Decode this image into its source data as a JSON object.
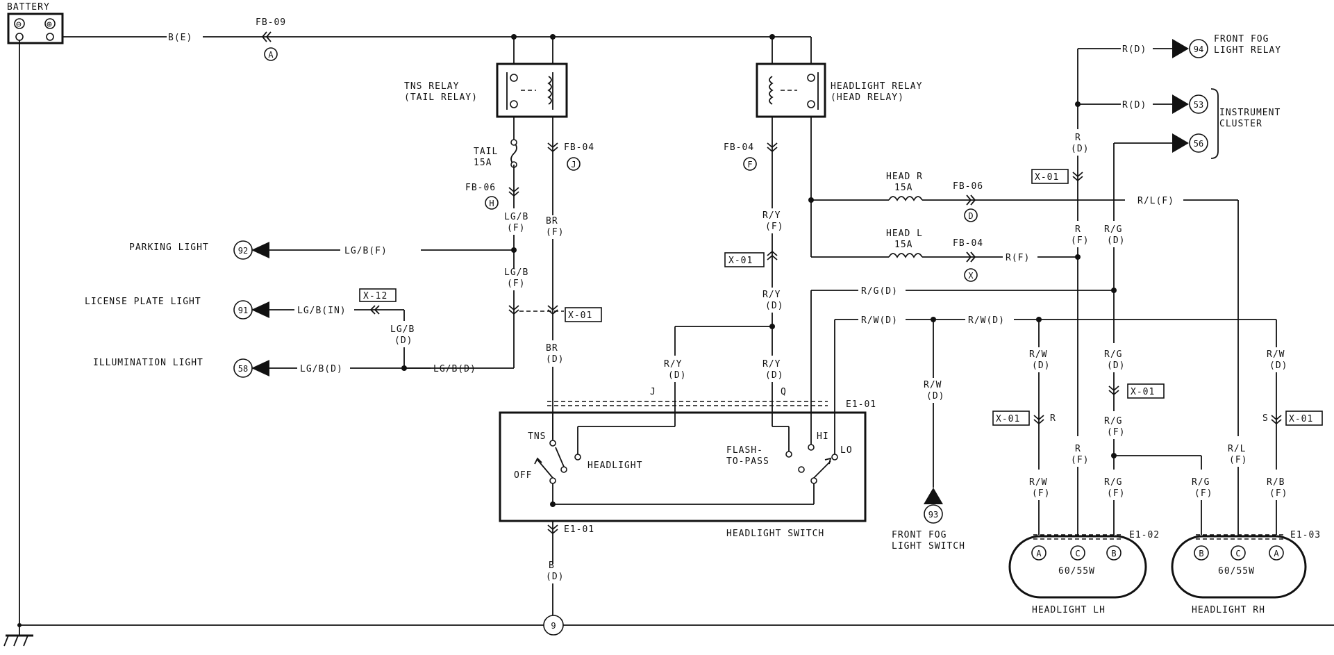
{
  "battery": {
    "label": "BATTERY",
    "neg": "⊖",
    "pos": "⊕"
  },
  "wires": {
    "b_e": "B(E)",
    "fb09": "FB-09",
    "conn_a": "A",
    "tns_label1": "TNS RELAY",
    "tns_label2": "(TAIL RELAY)",
    "hl_relay1": "HEADLIGHT RELAY",
    "hl_relay2": "(HEAD RELAY)",
    "tail": "TAIL",
    "tail_amp": "15A",
    "fb06_h": "FB-06",
    "conn_h": "H",
    "fb04_j": "FB-04",
    "conn_j": "J",
    "fb04_f": "FB-04",
    "conn_f": "F",
    "lgb": "LG/B",
    "f_paren": "(F)",
    "br": "BR",
    "d_paren": "(D)",
    "ry": "R/Y",
    "x01": "X-01",
    "x12": "X-12",
    "lgb_f": "LG/B(F)",
    "lgb_in": "LG/B(IN)",
    "lgb_d": "LG/B(D)",
    "head_r": "HEAD R",
    "head_l": "HEAD L",
    "amp15": "15A",
    "fb06_d": "FB-06",
    "conn_d": "D",
    "fb04_x": "FB-04",
    "conn_x": "X",
    "rl_f": "R/L(F)",
    "r_f": "R(F)",
    "rg_d": "R/G(D)",
    "rw_d": "R/W(D)",
    "r_d": "R(D)",
    "r": "R",
    "rg": "R/G",
    "rw": "R/W",
    "rl": "R/L",
    "rb": "R/B",
    "s": "S",
    "j": "J",
    "q": "Q",
    "e101": "E1-01",
    "e102": "E1-02",
    "e103": "E1-03",
    "b": "B",
    "conn_c": "C",
    "conn_b": "B"
  },
  "components": {
    "parking": "PARKING LIGHT",
    "parking_no": "92",
    "license": "LICENSE PLATE LIGHT",
    "license_no": "91",
    "illum": "ILLUMINATION LIGHT",
    "illum_no": "58",
    "fog_relay1": "FRONT FOG",
    "fog_relay2": "LIGHT RELAY",
    "fog_relay_no": "94",
    "cluster1": "INSTRUMENT",
    "cluster2": "CLUSTER",
    "cluster_no1": "53",
    "cluster_no2": "56",
    "fog_sw1": "FRONT FOG",
    "fog_sw2": "LIGHT SWITCH",
    "fog_sw_no": "93",
    "switch_title": "HEADLIGHT SWITCH",
    "tns": "TNS",
    "off": "OFF",
    "headlight": "HEADLIGHT",
    "flash1": "FLASH-",
    "flash2": "TO-PASS",
    "hi": "HI",
    "lo": "LO",
    "hl_lh": "HEADLIGHT LH",
    "hl_rh": "HEADLIGHT RH",
    "watt": "60/55W",
    "ground_no": "9"
  }
}
